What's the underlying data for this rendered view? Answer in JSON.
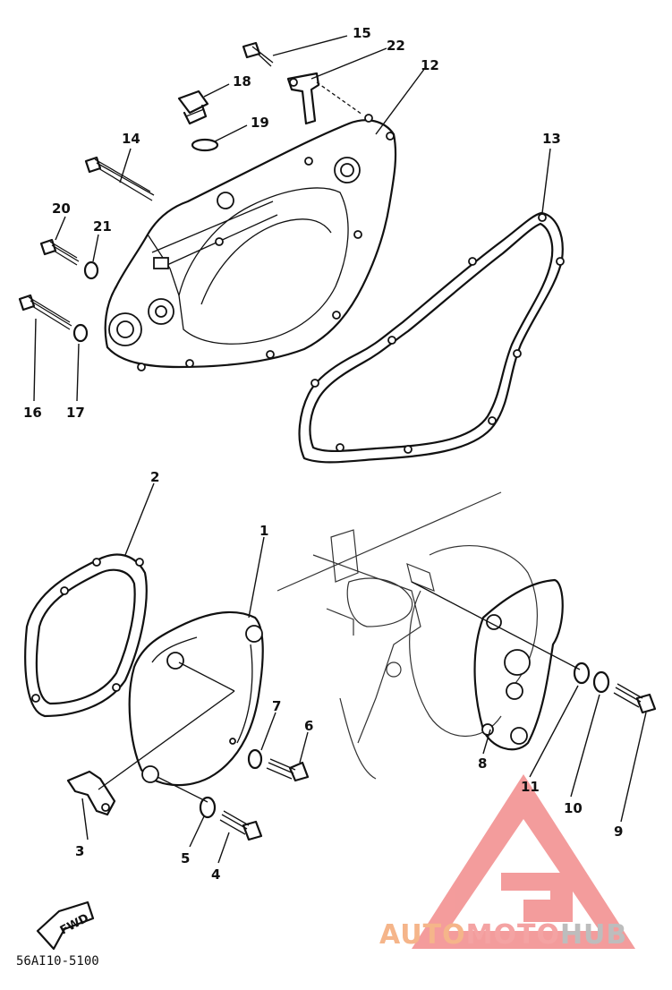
{
  "callouts": [
    {
      "id": "c15",
      "text": "15"
    },
    {
      "id": "c22",
      "text": "22"
    },
    {
      "id": "c12",
      "text": "12"
    },
    {
      "id": "c18",
      "text": "18"
    },
    {
      "id": "c19",
      "text": "19"
    },
    {
      "id": "c14",
      "text": "14"
    },
    {
      "id": "c13",
      "text": "13"
    },
    {
      "id": "c20",
      "text": "20"
    },
    {
      "id": "c21",
      "text": "21"
    },
    {
      "id": "c16",
      "text": "16"
    },
    {
      "id": "c17",
      "text": "17"
    },
    {
      "id": "c2",
      "text": "2"
    },
    {
      "id": "c1",
      "text": "1"
    },
    {
      "id": "c7",
      "text": "7"
    },
    {
      "id": "c6",
      "text": "6"
    },
    {
      "id": "c8",
      "text": "8"
    },
    {
      "id": "c3",
      "text": "3"
    },
    {
      "id": "c5",
      "text": "5"
    },
    {
      "id": "c4",
      "text": "4"
    },
    {
      "id": "c11",
      "text": "11"
    },
    {
      "id": "c10",
      "text": "10"
    },
    {
      "id": "c9",
      "text": "9"
    }
  ],
  "fwd_arrow": {
    "text": "FWD"
  },
  "diagram_code": "56AI10-5100",
  "watermark": {
    "part1": "AUTO",
    "part2": "MOTO",
    "part3": "HUB",
    "color_part1": "#f5b58a",
    "color_part2": "#f4a3a3",
    "color_part3": "#bdbdbd",
    "logo_color": "#f28b8b"
  }
}
